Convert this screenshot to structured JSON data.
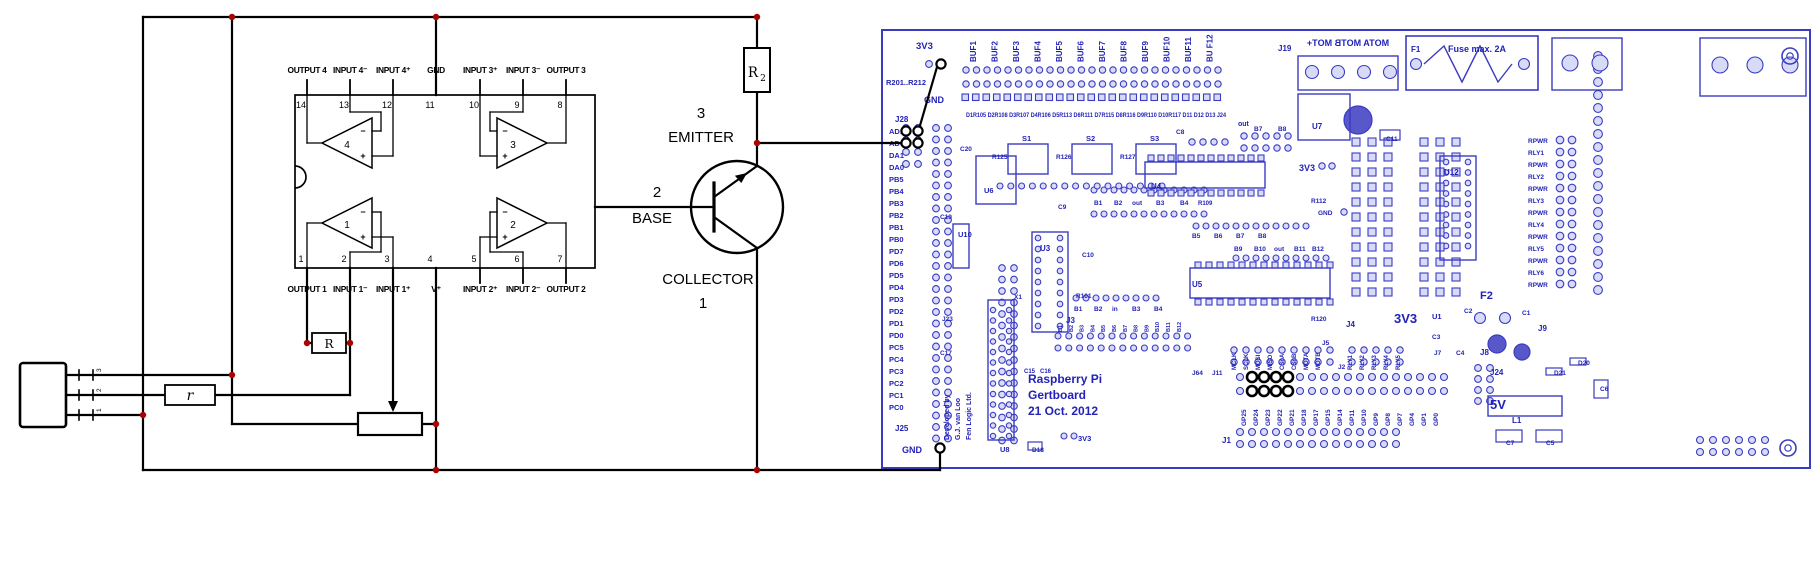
{
  "schematic": {
    "ic": {
      "top_pins": [
        {
          "n": "14",
          "l": "OUTPUT 4"
        },
        {
          "n": "13",
          "l": "INPUT 4⁻"
        },
        {
          "n": "12",
          "l": "INPUT 4⁺"
        },
        {
          "n": "11",
          "l": "GND"
        },
        {
          "n": "10",
          "l": "INPUT 3⁺"
        },
        {
          "n": "9",
          "l": "INPUT 3⁻"
        },
        {
          "n": "8",
          "l": "OUTPUT 3"
        }
      ],
      "bottom_pins": [
        {
          "n": "1",
          "l": "OUTPUT 1"
        },
        {
          "n": "2",
          "l": "INPUT 1⁻"
        },
        {
          "n": "3",
          "l": "INPUT 1⁺"
        },
        {
          "n": "4",
          "l": "V⁺"
        },
        {
          "n": "5",
          "l": "INPUT 2⁺"
        },
        {
          "n": "6",
          "l": "INPUT 2⁻"
        },
        {
          "n": "7",
          "l": "OUTPUT 2"
        }
      ],
      "opamps": [
        "4",
        "3",
        "1",
        "2"
      ],
      "minus": "−",
      "plus": "+"
    },
    "transistor": {
      "pin3": "3",
      "emitter": "EMITTER",
      "pin2": "2",
      "base": "BASE",
      "collector": "COLLECTOR",
      "pin1": "1"
    },
    "r2_label": "R",
    "r2_sub": "2",
    "feedback_r": "R",
    "series_r": "r",
    "sensor_pins": [
      "3",
      "2",
      "1"
    ]
  },
  "gertboard": {
    "top": {
      "v33": "3V3",
      "bufs": [
        "BUF1",
        "BUF2",
        "BUF3",
        "BUF4",
        "BUF5",
        "BUF6",
        "BUF7",
        "BUF8",
        "BUF9",
        "BUF10",
        "BUF11",
        "BU F12"
      ],
      "j19": "J19",
      "mot_row": "MOTA MOTB MOT+",
      "f1": "F1",
      "fuse": "Fuse max. 2A",
      "diode_row": "D1R105 D2R108 D3R107 D4R106 D5R113 D6R111 D7R115 D8R116 D9R110 D10R117 D11 D12 D13 J24",
      "out": "out",
      "b7": "B7",
      "b8": "B8",
      "c8": "C8"
    },
    "left": {
      "r_range": "R201..R212",
      "gnd_top": "GND",
      "j28": "J28",
      "ports": [
        "AD1",
        "AD0",
        "DA1",
        "DA0",
        "PB5",
        "PB4",
        "PB3",
        "PB2",
        "PB1",
        "PB0",
        "PD7",
        "PD6",
        "PD5",
        "PD4",
        "PD3",
        "PD2",
        "PD1",
        "PD0",
        "PC5",
        "PC4",
        "PC3",
        "PC2",
        "PC1",
        "PC0"
      ],
      "j25": "J25",
      "gnd_bottom": "GND"
    },
    "switches": {
      "c20": "C20",
      "r125": "R125",
      "s1": "S1",
      "r126": "R126",
      "s2": "S2",
      "r127": "R127",
      "s3": "S3",
      "u6": "U6",
      "c19": "C19",
      "u10": "U10",
      "j23": "J23",
      "c17": "C17"
    },
    "middle": {
      "u7": "U7",
      "c11": "C11",
      "v33": "3V3",
      "u4": "U4",
      "c9": "C9",
      "b1": "B1",
      "b2": "B2",
      "out1": "out",
      "b3": "B3",
      "b4": "B4",
      "r109": "R109",
      "r112": "R112",
      "gnd": "GND",
      "u3": "U3",
      "c10": "C10",
      "b5": "B5",
      "b6": "B6",
      "b7": "B7",
      "b8": "B8",
      "b9": "B9",
      "b10": "B10",
      "out2": "out",
      "b11": "B11",
      "b12": "B12",
      "u5": "U5",
      "r101": "R101",
      "b1b": "B1",
      "b2b": "B2",
      "in_lbl": "in",
      "b3b": "B3",
      "b4b": "B4",
      "x1": "X1",
      "j3": "J3",
      "r120": "R120"
    },
    "right": {
      "u12": "U12",
      "relay_col": [
        "RPWR",
        "RLY1",
        "RPWR",
        "RLY2",
        "RPWR",
        "RLY3",
        "RPWR",
        "RLY4",
        "RPWR",
        "RLY5",
        "RPWR",
        "RLY6",
        "RPWR"
      ],
      "f2": "F2",
      "j9": "J9",
      "j4": "J4",
      "v33_big": "3V3",
      "u1": "U1",
      "c1": "C1",
      "c2": "C2",
      "c3": "C3",
      "j7": "J7",
      "c4": "C4",
      "j8": "J8",
      "d20": "D20",
      "d21": "D21",
      "c6": "C6",
      "j24": "J24",
      "v5": "5V",
      "l1": "L1",
      "c7": "C7",
      "c5": "C5"
    },
    "bottom": {
      "title1": "Raspberry Pi",
      "title2": "Gertboard",
      "title3": "21 Oct. 2012",
      "credit": [
        "Developed by",
        "G.J. van Loo",
        "Fen Logic Ltd."
      ],
      "u8": "U8",
      "d18": "D18",
      "v33": "3V3",
      "j64": "J64",
      "j11": "J11",
      "spi": [
        "MCLK",
        "SCLK",
        "MOSI",
        "MISO",
        "CSnA",
        "CSnB",
        "MOTA",
        "MOTB"
      ],
      "j5": "J5",
      "j2": "J2",
      "rly": [
        "RLY1",
        "RLY2",
        "RLY3",
        "RLY4",
        "RLY5"
      ],
      "gp": [
        "GP25",
        "GP24",
        "GP23",
        "GP22",
        "GP21",
        "GP18",
        "GP17",
        "GP15",
        "GP14",
        "GP11",
        "GP10",
        "GP9",
        "GP8",
        "GP7",
        "GP4",
        "GP1",
        "GP0"
      ],
      "j1": "J1",
      "b_header": [
        "B1",
        "B2",
        "B3",
        "B4",
        "B5",
        "B6",
        "B7",
        "B8",
        "B9",
        "B10",
        "B11",
        "B12"
      ],
      "c15": "C15",
      "c16": "C16"
    }
  }
}
